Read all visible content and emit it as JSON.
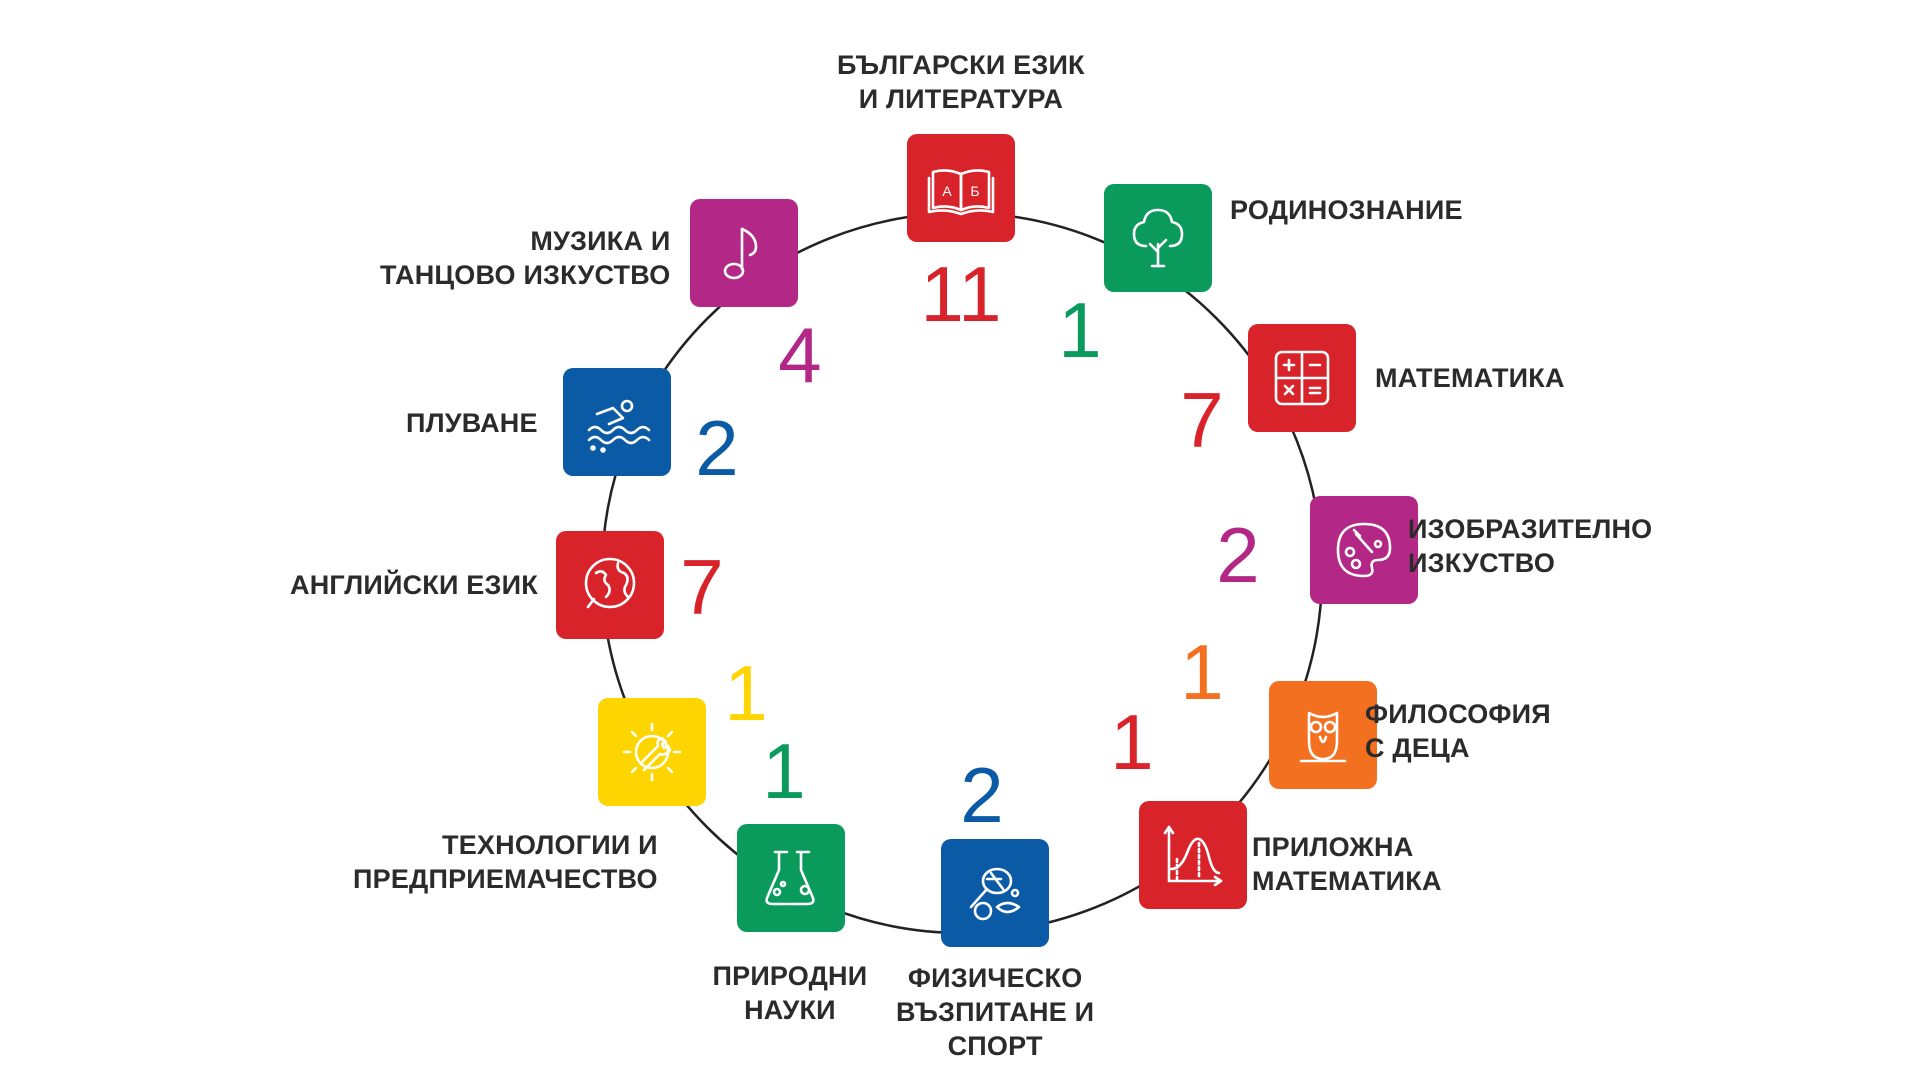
{
  "subjects": [
    {
      "key": "bulgarian",
      "lines": [
        "БЪЛГАРСКИ ЕЗИК",
        "И ЛИТЕРАТУРА"
      ],
      "count": "11",
      "color": "#d9232a",
      "icon": "book-icon"
    },
    {
      "key": "homeland",
      "lines": [
        "РОДИНОЗНАНИЕ"
      ],
      "count": "1",
      "color": "#0a9a5c",
      "icon": "tree-icon"
    },
    {
      "key": "math",
      "lines": [
        "МАТЕМАТИКА"
      ],
      "count": "7",
      "color": "#d9232a",
      "icon": "calculator-icon"
    },
    {
      "key": "art",
      "lines": [
        "ИЗОБРАЗИТЕЛНО",
        "ИЗКУСТВО"
      ],
      "count": "2",
      "color": "#b32886",
      "icon": "palette-icon"
    },
    {
      "key": "philosophy",
      "lines": [
        "ФИЛОСОФИЯ",
        "С ДЕЦА"
      ],
      "count": "1",
      "color": "#f37021",
      "icon": "owl-icon"
    },
    {
      "key": "applied-math",
      "lines": [
        "ПРИЛОЖНА",
        "МАТЕМАТИКА"
      ],
      "count": "1",
      "color": "#d9232a",
      "icon": "graph-icon"
    },
    {
      "key": "pe",
      "lines": [
        "ФИЗИЧЕСКО",
        "ВЪЗПИТАНЕ И",
        "СПОРТ"
      ],
      "count": "2",
      "color": "#0b5aa5",
      "icon": "sports-icon"
    },
    {
      "key": "science",
      "lines": [
        "ПРИРОДНИ",
        "НАУКИ"
      ],
      "count": "1",
      "color": "#0a9a5c",
      "icon": "flask-icon"
    },
    {
      "key": "technology",
      "lines": [
        "ТЕХНОЛОГИИ И",
        "ПРЕДПРИЕМАЧЕСТВО"
      ],
      "count": "1",
      "color": "#ffd500",
      "icon": "gear-wrench-icon"
    },
    {
      "key": "english",
      "lines": [
        "АНГЛИЙСКИ ЕЗИК"
      ],
      "count": "7",
      "color": "#d9232a",
      "icon": "globe-chat-icon"
    },
    {
      "key": "swimming",
      "lines": [
        "ПЛУВАНЕ"
      ],
      "count": "2",
      "color": "#0b5aa5",
      "icon": "swimmer-icon"
    },
    {
      "key": "music",
      "lines": [
        "МУЗИКА И",
        "ТАНЦОВО ИЗКУСТВО"
      ],
      "count": "4",
      "color": "#b32886",
      "icon": "music-note-icon"
    }
  ],
  "ring_color": "#222222"
}
